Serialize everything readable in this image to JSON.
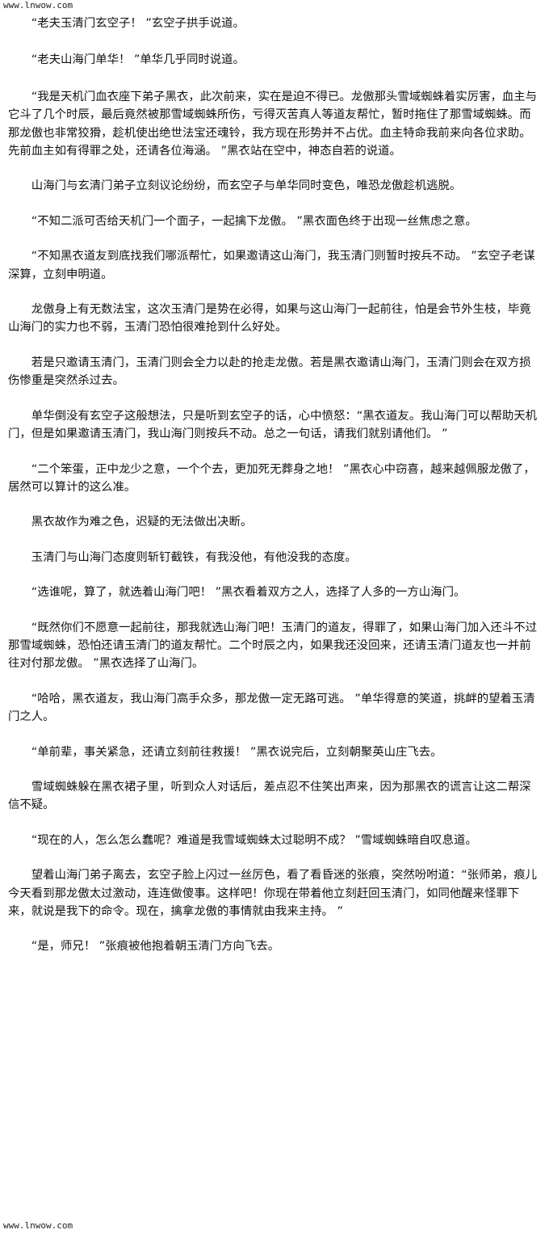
{
  "header": {
    "site_url": "www.lnwow.com"
  },
  "footer": {
    "site_url": "www.lnwow.com"
  },
  "paragraphs": [
    "“老夫玉清门玄空子！ ”玄空子拱手说道。",
    "“老夫山海门单华！ ”单华几乎同时说道。",
    "“我是天机门血衣座下弟子黑衣，此次前来，实在是迫不得已。龙傲那头雪域蜘蛛着实厉害，血主与它斗了几个时辰，最后竟然被那雪域蜘蛛所伤，亏得灭苦真人等道友帮忙，暂时拖住了那雪域蜘蛛。而那龙傲也非常狡猾，趁机使出绝世法宝还魂铃，我方现在形势并不占优。血主特命我前来向各位求助。先前血主如有得罪之处，还请各位海涵。 ”黑衣站在空中，神态自若的说道。",
    "山海门与玄清门弟子立刻议论纷纷，而玄空子与单华同时变色，唯恐龙傲趁机逃脱。",
    "“不知二派可否给天机门一个面子，一起擒下龙傲。 ”黑衣面色终于出现一丝焦虑之意。",
    "“不知黑衣道友到底找我们哪派帮忙，如果邀请这山海门，我玉清门则暂时按兵不动。 ”玄空子老谋深算，立刻申明道。",
    "龙傲身上有无数法宝，这次玉清门是势在必得，如果与这山海门一起前往，怕是会节外生枝，毕竟山海门的实力也不弱，玉清门恐怕很难抢到什么好处。",
    "若是只邀请玉清门，玉清门则会全力以赴的抢走龙傲。若是黑衣邀请山海门，玉清门则会在双方损伤惨重是突然杀过去。",
    "单华倒没有玄空子这般想法，只是听到玄空子的话，心中愤怒：“黑衣道友。我山海门可以帮助天机门，但是如果邀请玉清门，我山海门则按兵不动。总之一句话，请我们就别请他们。 ”",
    "“二个笨蛋，正中龙少之意，一个个去，更加死无葬身之地！ ”黑衣心中窃喜，越来越佩服龙傲了，居然可以算计的这么准。",
    "黑衣故作为难之色，迟疑的无法做出决断。",
    "玉清门与山海门态度则斩钉截铁，有我没他，有他没我的态度。",
    "“选谁呢，算了，就选着山海门吧！ ”黑衣看着双方之人，选择了人多的一方山海门。",
    "“既然你们不愿意一起前往，那我就选山海门吧！玉清门的道友，得罪了，如果山海门加入还斗不过那雪域蜘蛛，恐怕还请玉清门的道友帮忙。二个时辰之内，如果我还没回来，还请玉清门道友也一并前往对付那龙傲。 ”黑衣选择了山海门。",
    "“哈哈，黑衣道友，我山海门高手众多，那龙傲一定无路可逃。 ”单华得意的笑道，挑衅的望着玉清门之人。",
    "“单前辈，事关紧急，还请立刻前往救援！ ”黑衣说完后，立刻朝聚英山庄飞去。",
    "雪域蜘蛛躲在黑衣裙子里，听到众人对话后，差点忍不住笑出声来，因为那黑衣的谎言让这二帮深信不疑。",
    "“现在的人，怎么怎么蠢呢？难道是我雪域蜘蛛太过聪明不成？ ”雪域蜘蛛暗自叹息道。",
    "望着山海门弟子离去，玄空子脸上闪过一丝厉色，看了看昏迷的张痕，突然吩咐道：“张师弟，痕儿今天看到那龙傲太过激动，连连做傻事。这样吧！你现在带着他立刻赶回玉清门，如同他醒来怪罪下来，就说是我下的命令。现在，擒拿龙傲的事情就由我来主持。 ”",
    "“是，师兄！ ”张痕被他抱着朝玉清门方向飞去。"
  ]
}
